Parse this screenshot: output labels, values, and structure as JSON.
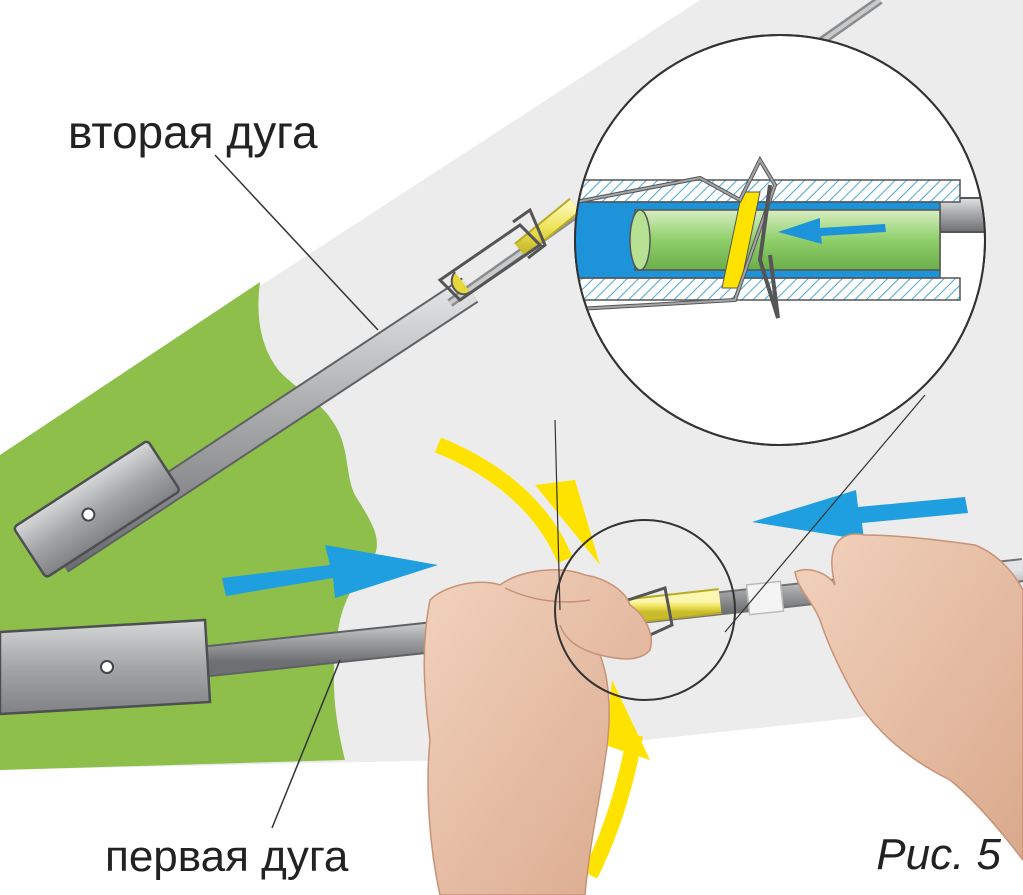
{
  "labels": {
    "second_arc": "вторая дуга",
    "first_arc": "первая дуга",
    "figure": "Рис. 5"
  },
  "colors": {
    "green_background": "#8dbf4a",
    "light_background": "#ececec",
    "pipe": "#a2a4a6",
    "blue_arrow": "#1f9fe0",
    "yellow_arrow": "#ffe300",
    "yellow_sleeve": "#efe35a",
    "inner_rod_green": "#8fcf6a",
    "tube_blue": "#1d93d9"
  },
  "icons": {
    "arrow_push_right": "blue-arrow-right-icon",
    "arrow_push_left": "blue-arrow-left-icon",
    "arrow_rotate": "yellow-curved-arrow-icon",
    "spring_clip": "spring-clip-icon"
  }
}
